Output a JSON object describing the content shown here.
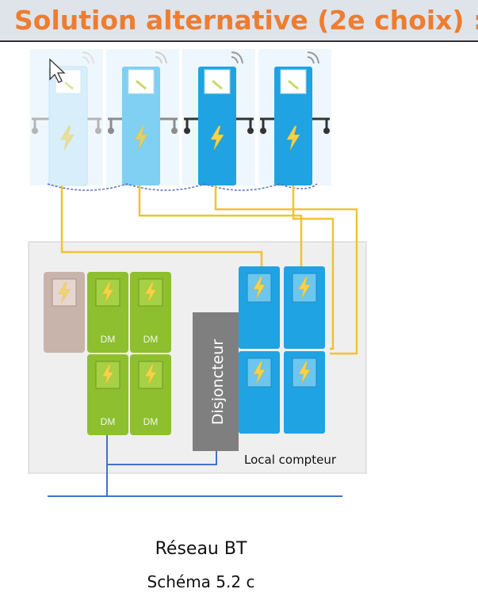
{
  "header": {
    "title": "Solution alternative (2e choix) :"
  },
  "diagram": {
    "charger_count": 4,
    "meter_room_label": "Local compteur",
    "breaker_label": "Disjoncteur",
    "dm_label": "DM",
    "colors": {
      "charger_pale": "#ddf1fb",
      "charger_light": "#7fd0f2",
      "charger_blue": "#1fa3e3",
      "meter_green": "#8dbf2f",
      "meter_brown": "#c8b4ab",
      "breaker_grey": "#7f7f7f",
      "cable_yellow": "#f2c230",
      "network_blue": "#4472c4",
      "bolt": "#f6d24a"
    },
    "icons": [
      "lightning-icon",
      "wifi-icon",
      "cursor-icon",
      "gauge-icon"
    ]
  },
  "caption": {
    "network": "Réseau BT",
    "schema": "Schéma 5.2 c"
  }
}
